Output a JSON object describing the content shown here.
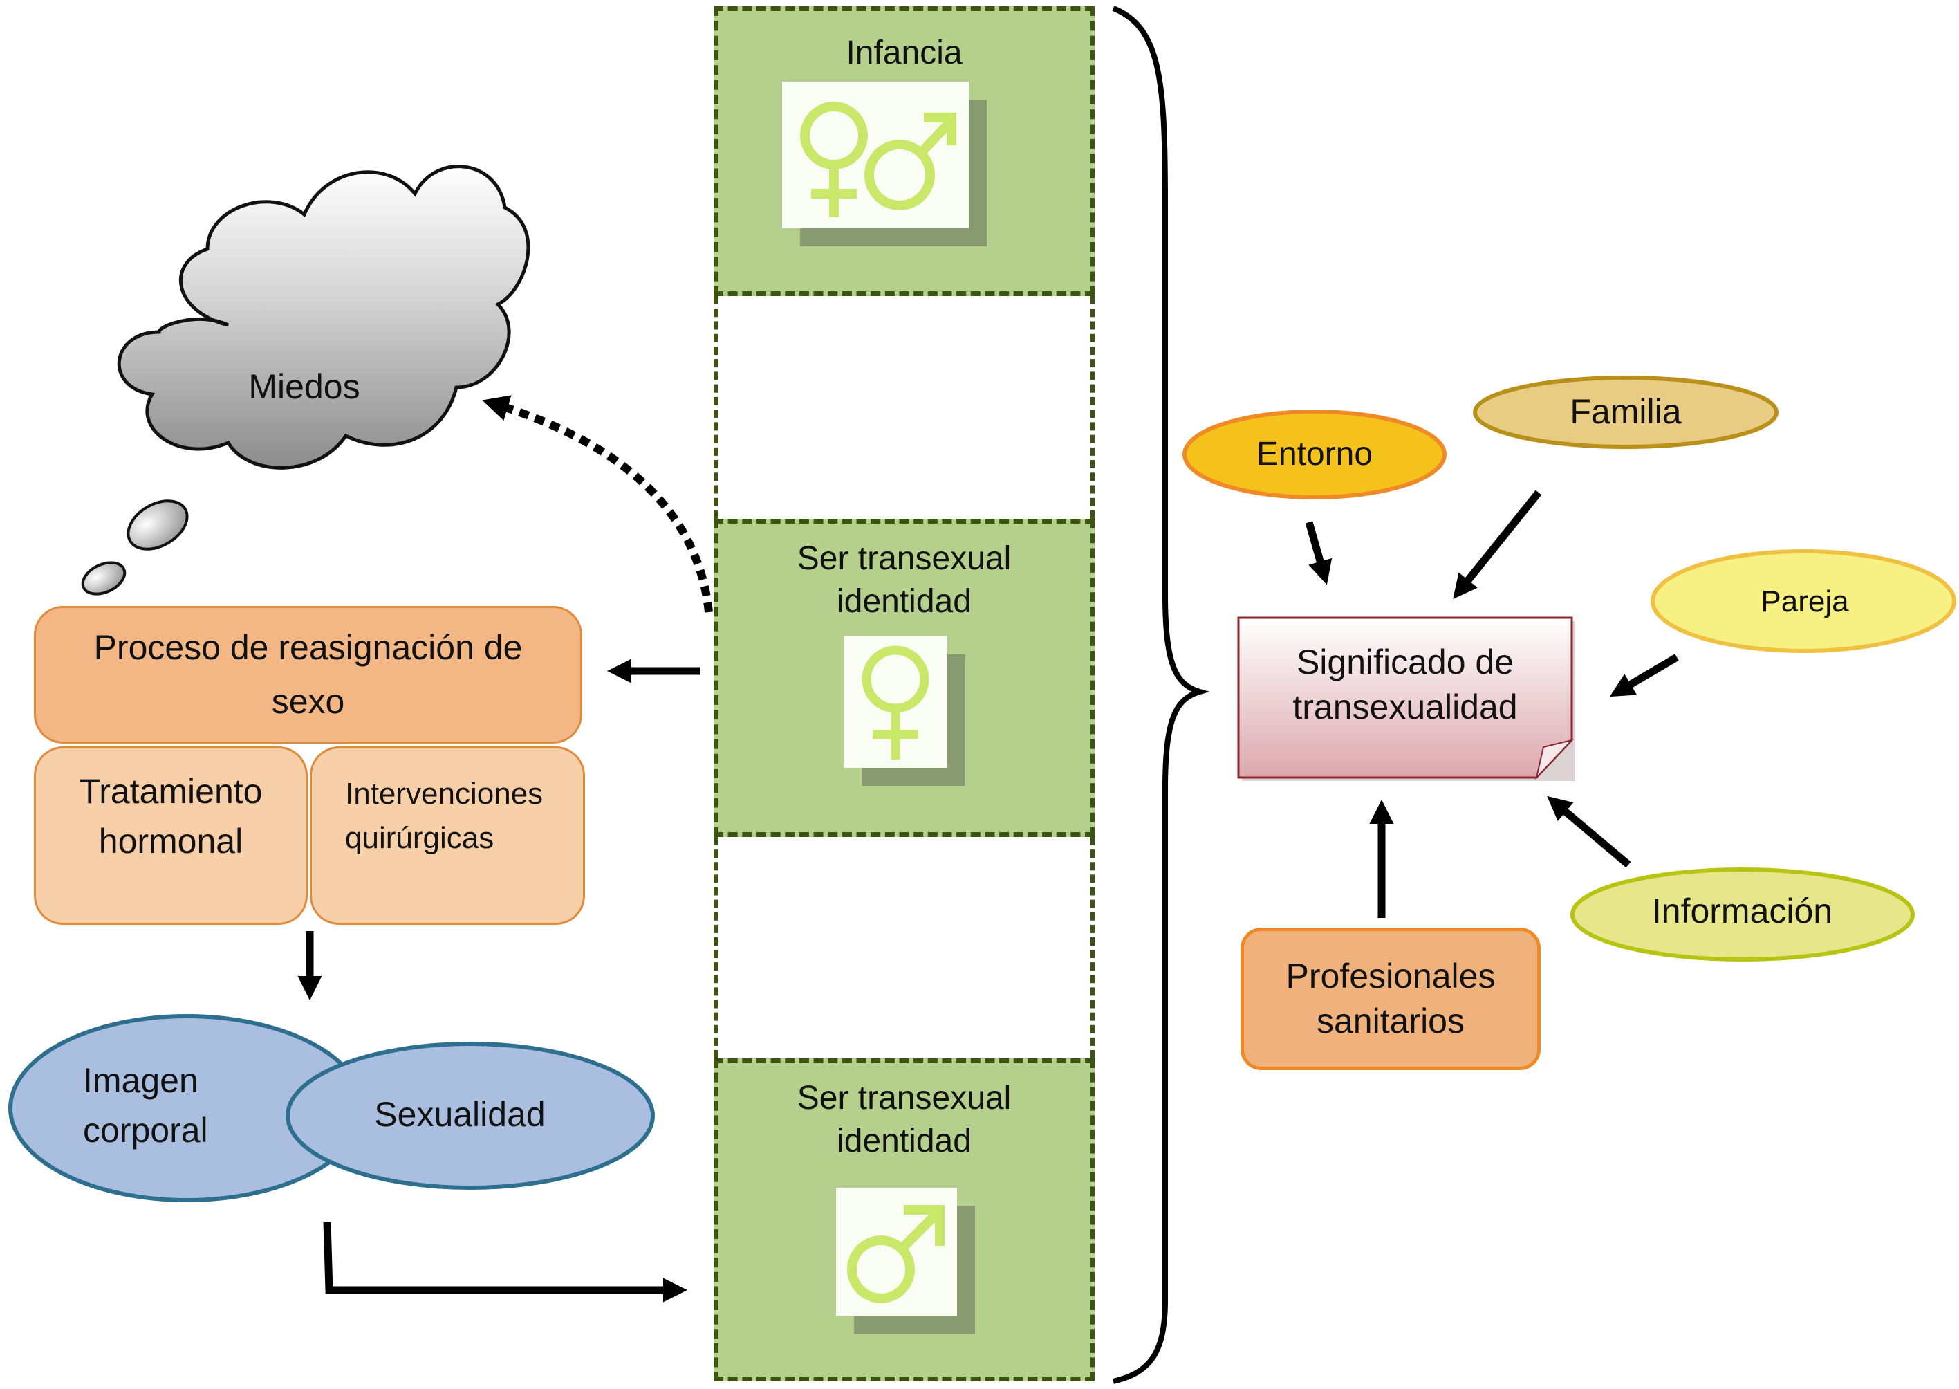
{
  "diagram": {
    "timeline": {
      "stages": [
        {
          "id": "infancia",
          "label": "Infancia",
          "symbols": [
            "female-symbol",
            "male-symbol"
          ]
        },
        {
          "id": "gap-1",
          "label": ""
        },
        {
          "id": "identidad-femenina",
          "label": "Ser transexual identidad",
          "line1": "Ser transexual",
          "line2": "identidad",
          "symbols": [
            "female-symbol"
          ]
        },
        {
          "id": "gap-2",
          "label": ""
        },
        {
          "id": "identidad-masculina",
          "label": "Ser transexual identidad",
          "line1": "Ser transexual",
          "line2": "identidad",
          "symbols": [
            "male-symbol"
          ]
        }
      ]
    },
    "left": {
      "cloud": {
        "label": "Miedos"
      },
      "process": {
        "title_line1": "Proceso de reasignación de",
        "title_line2": "sexo",
        "sub1_line1": "Tratamiento",
        "sub1_line2": "hormonal",
        "sub2_line1": "Intervenciones",
        "sub2_line2": "quirúrgicas"
      },
      "outcomes": {
        "imagen_line1": "Imagen",
        "imagen_line2": "corporal",
        "sexualidad": "Sexualidad"
      }
    },
    "right": {
      "center": {
        "line1": "Significado de",
        "line2": "transexualidad"
      },
      "influences": {
        "entorno": "Entorno",
        "familia": "Familia",
        "pareja": "Pareja",
        "informacion": "Información",
        "profesionales_line1": "Profesionales",
        "profesionales_line2": "sanitarios"
      }
    },
    "colors": {
      "stage_green": "#b5cf8c",
      "stage_border": "#3b5410",
      "process_orange": "#f2b784",
      "sub_orange": "#f7cfa8",
      "outcome_blue": "#aabfdf",
      "outcome_border": "#2e6e8e",
      "entorno": "#f5c21b",
      "familia": "#e8cc84",
      "pareja": "#f7f184",
      "informacion": "#e6e68a",
      "profesionales": "#f0b27c",
      "significado": "#e8b8bc"
    }
  }
}
